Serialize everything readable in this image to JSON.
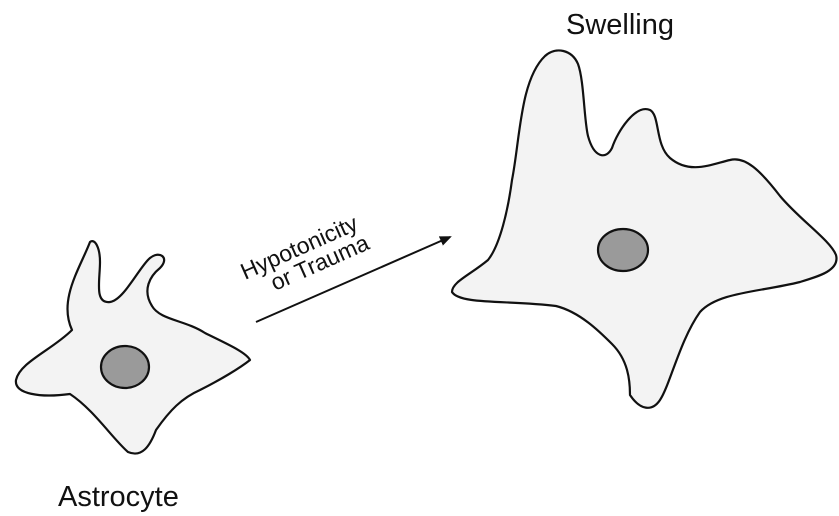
{
  "diagram": {
    "labels": {
      "small_cell": "Astrocyte",
      "large_cell": "Swelling",
      "arrow_line1": "Hypotonicity",
      "arrow_line2": "or Trauma"
    },
    "colors": {
      "background": "#ffffff",
      "cell_fill": "#f3f3f3",
      "nucleus_fill": "#9a9a9a",
      "outline": "#111111"
    }
  }
}
